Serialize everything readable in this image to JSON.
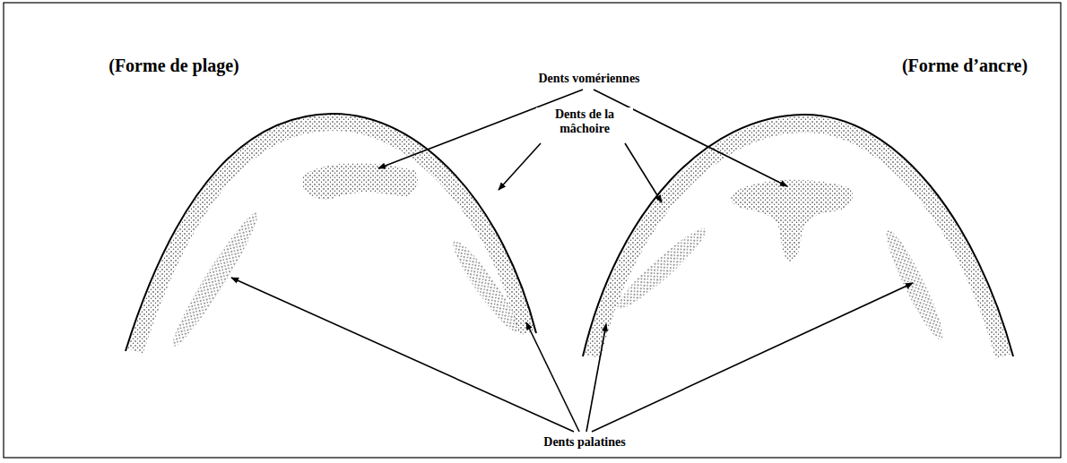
{
  "diagram": {
    "labels": [
      "Dents vomériennes",
      "(Forme de plage)",
      "(Forme d’ancre)",
      "Dents de la mâchoire",
      "Dents palatines"
    ]
  }
}
